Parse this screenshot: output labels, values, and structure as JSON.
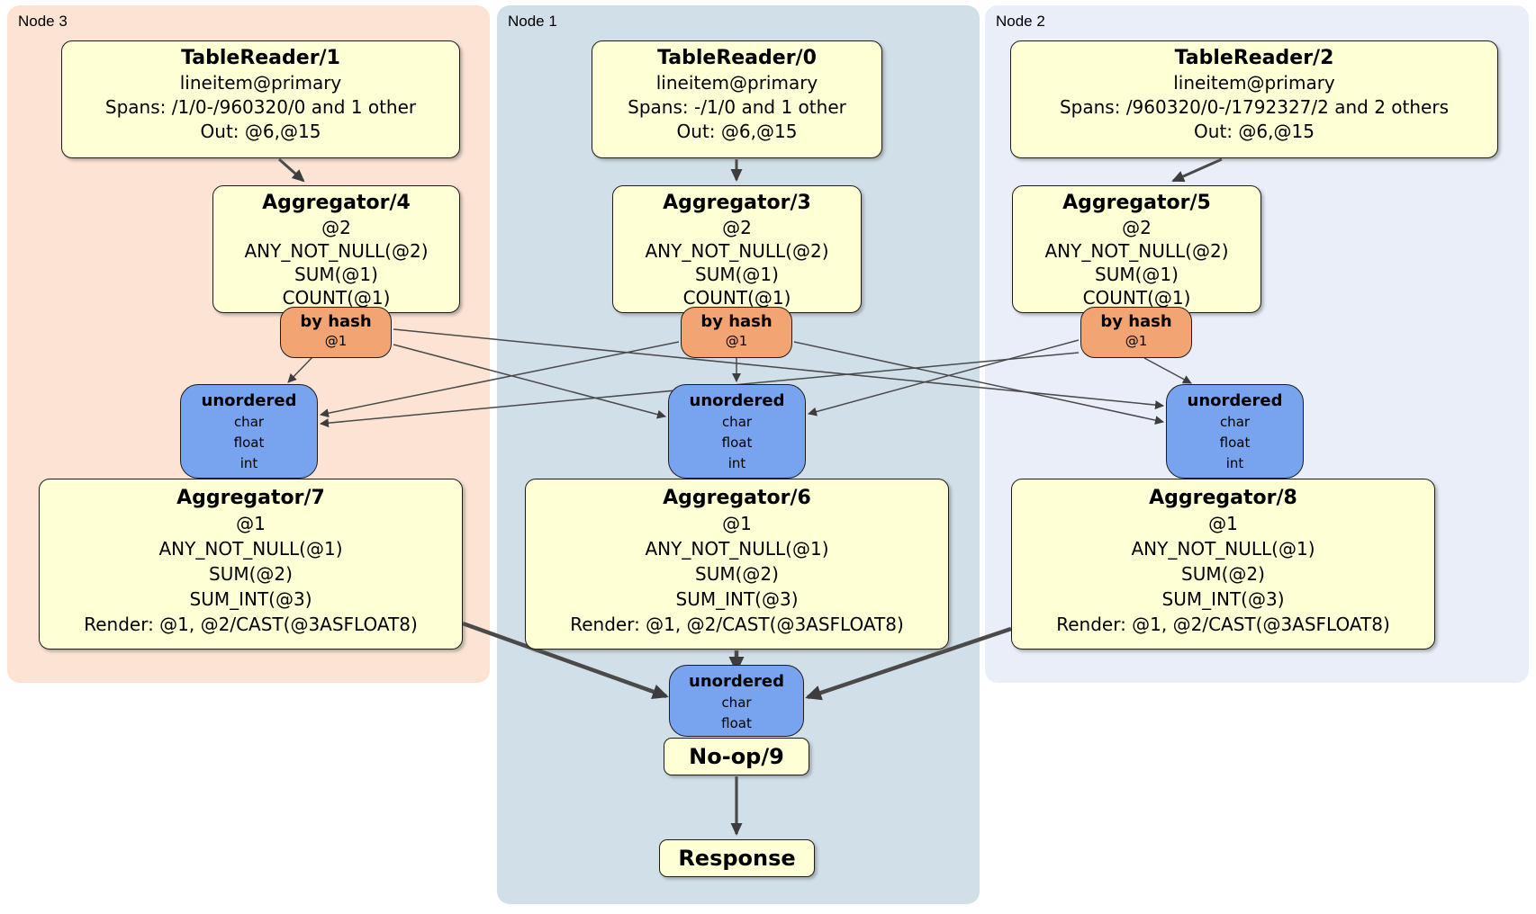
{
  "regions": {
    "node3": {
      "label": "Node 3"
    },
    "node1": {
      "label": "Node 1"
    },
    "node2": {
      "label": "Node 2"
    }
  },
  "colors": {
    "node3_bg": "#FCE3D4",
    "node1_bg": "#D1DFE9",
    "node2_bg": "#E9EEF8",
    "processor_box": "#FFFFD5",
    "router_box": "#F2A472",
    "sync_box": "#78A3EF",
    "edge": "#4a4a4a"
  },
  "boxes": {
    "tr1": {
      "title": "TableReader/1",
      "lines": [
        "lineitem@primary",
        "Spans: /1/0-/960320/0 and 1 other",
        "Out: @6,@15"
      ]
    },
    "tr0": {
      "title": "TableReader/0",
      "lines": [
        "lineitem@primary",
        "Spans: -/1/0 and 1 other",
        "Out: @6,@15"
      ]
    },
    "tr2": {
      "title": "TableReader/2",
      "lines": [
        "lineitem@primary",
        "Spans: /960320/0-/1792327/2 and 2 others",
        "Out: @6,@15"
      ]
    },
    "agg4": {
      "title": "Aggregator/4",
      "lines": [
        "@2",
        "ANY_NOT_NULL(@2)",
        "SUM(@1)",
        "COUNT(@1)"
      ]
    },
    "agg3": {
      "title": "Aggregator/3",
      "lines": [
        "@2",
        "ANY_NOT_NULL(@2)",
        "SUM(@1)",
        "COUNT(@1)"
      ]
    },
    "agg5": {
      "title": "Aggregator/5",
      "lines": [
        "@2",
        "ANY_NOT_NULL(@2)",
        "SUM(@1)",
        "COUNT(@1)"
      ]
    },
    "agg7": {
      "title": "Aggregator/7",
      "lines": [
        "@1",
        "ANY_NOT_NULL(@1)",
        "SUM(@2)",
        "SUM_INT(@3)",
        "Render: @1, @2/CAST(@3ASFLOAT8)"
      ]
    },
    "agg6": {
      "title": "Aggregator/6",
      "lines": [
        "@1",
        "ANY_NOT_NULL(@1)",
        "SUM(@2)",
        "SUM_INT(@3)",
        "Render: @1, @2/CAST(@3ASFLOAT8)"
      ]
    },
    "agg8": {
      "title": "Aggregator/8",
      "lines": [
        "@1",
        "ANY_NOT_NULL(@1)",
        "SUM(@2)",
        "SUM_INT(@3)",
        "Render: @1, @2/CAST(@3ASFLOAT8)"
      ]
    },
    "hash_l": {
      "title": "by hash",
      "lines": [
        "@1"
      ]
    },
    "hash_m": {
      "title": "by hash",
      "lines": [
        "@1"
      ]
    },
    "hash_r": {
      "title": "by hash",
      "lines": [
        "@1"
      ]
    },
    "sync_l": {
      "title": "unordered",
      "lines": [
        "char",
        "float",
        "int"
      ]
    },
    "sync_m": {
      "title": "unordered",
      "lines": [
        "char",
        "float",
        "int"
      ]
    },
    "sync_r": {
      "title": "unordered",
      "lines": [
        "char",
        "float",
        "int"
      ]
    },
    "sync_final": {
      "title": "unordered",
      "lines": [
        "char",
        "float"
      ]
    },
    "noop": {
      "title": "No-op/9"
    },
    "response": {
      "title": "Response"
    }
  }
}
